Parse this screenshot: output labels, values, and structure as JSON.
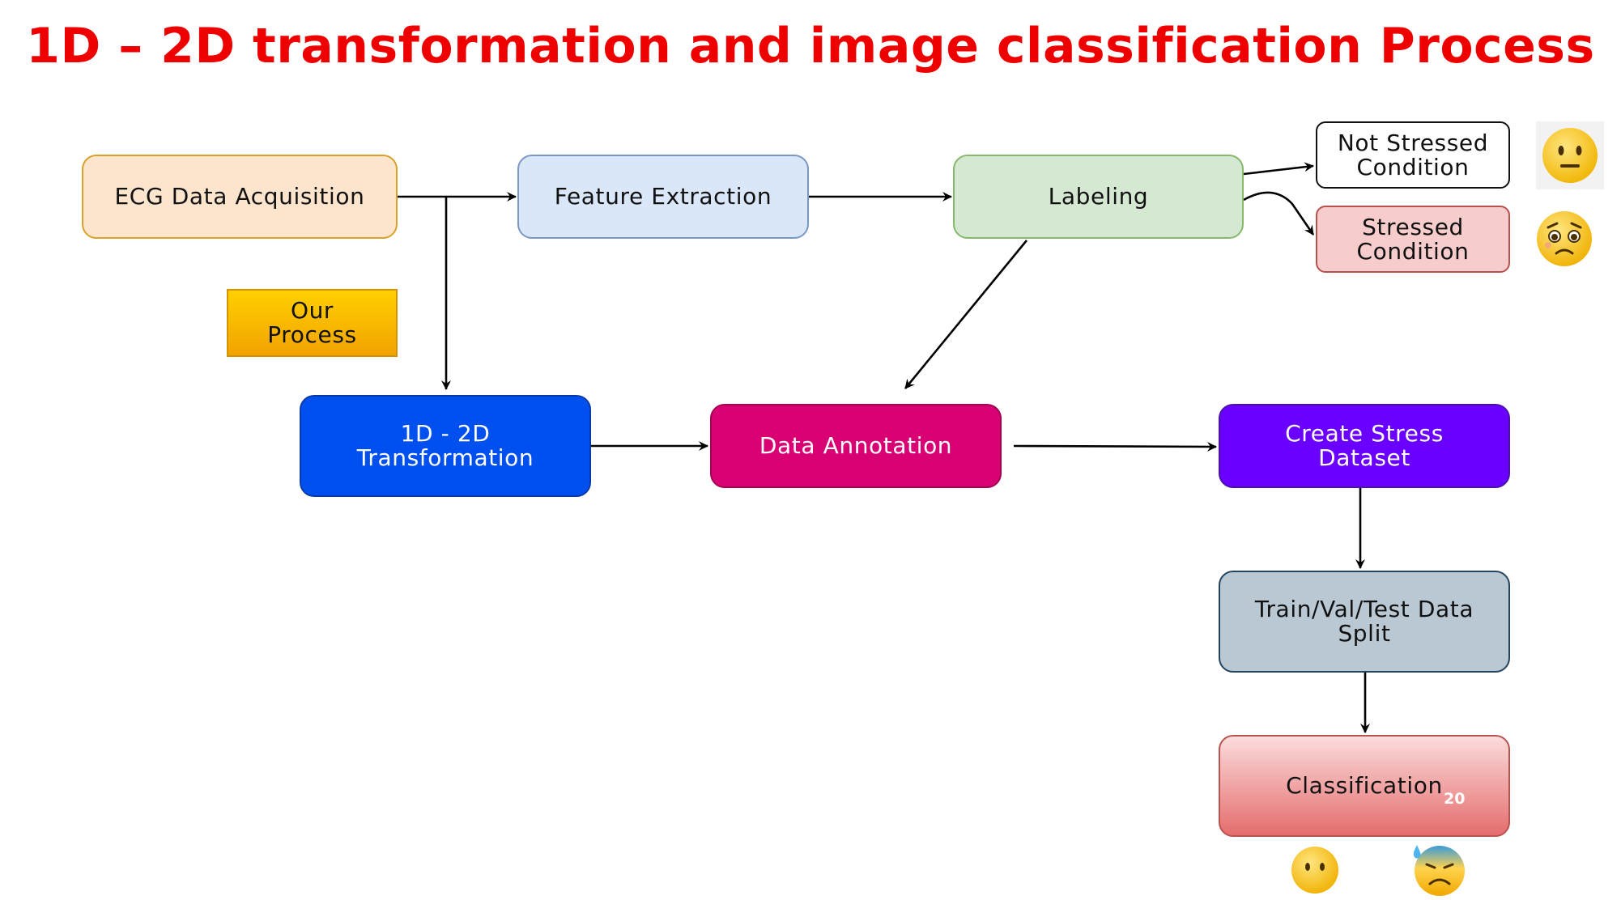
{
  "title": "1D – 2D transformation and image classification Process",
  "nodes": {
    "ecg": "ECG Data Acquisition",
    "feature": "Feature Extraction",
    "labeling": "Labeling",
    "not_stressed": "Not Stressed\nCondition",
    "stressed": "Stressed\nCondition",
    "our_process": "Our\nProcess",
    "transform": "1D - 2D\nTransformation",
    "annotation": "Data Annotation",
    "create": "Create Stress\nDataset",
    "split": "Train/Val/Test Data\nSplit",
    "classification": "Classification"
  },
  "page_number": "20",
  "emojis": {
    "not_stressed": "neutral-face",
    "stressed": "worried-face",
    "bottom_left": "neutral-face",
    "bottom_right": "anxious-sweat-face"
  }
}
